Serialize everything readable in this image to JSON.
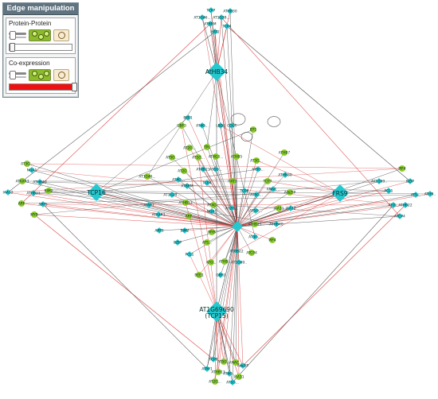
{
  "panel": {
    "title": "Edge manipulation",
    "protein_label": "Protein-Protein",
    "coexp_label": "Co-expression",
    "protein_slider": 0.0,
    "coexp_slider": 1.0
  },
  "colors": {
    "diamond": "#25c8cf",
    "circle": "#8ccc2a",
    "edge_ppi": "#4a4a4a",
    "edge_coexp": "#d93c3c"
  },
  "network": {
    "big_labels": [
      "AtHB34",
      "TCP16",
      "FRS9",
      "AT1G69690\n(TCP15)"
    ],
    "labels": [
      "TCP7",
      "ATHB30",
      "AT3G46...",
      "AT1G29...",
      "ATBRM",
      "TCP4",
      "HAT2",
      "TCP8",
      "AT5G...",
      "ANAC...",
      "AtbZIP",
      "ATAF1",
      "ATHB13",
      "AT4G...",
      "AT2G...",
      "AT1G...",
      "IAA11",
      "IAA12",
      "ATAXR3",
      "ARF",
      "NGA1",
      "ATHB21",
      "ATHB40",
      "ARF5",
      "BIM2",
      "MYB",
      "AT3G...",
      "PIF4",
      "BZIP",
      "ATS...",
      "ATHB22",
      "ATCP4",
      "PCL1",
      "ATO...",
      "ATHB..",
      "AT1G69..",
      "BEE1",
      "GBF3",
      "AT4G...",
      "LBD1",
      "COL4",
      "BT1",
      "AT2G...",
      "TPL",
      "AT5G...",
      "AT1G...",
      "AT4G3...",
      "ATHB5",
      "AT3G...",
      "ATHB7",
      "AT5G...",
      "AT2G...",
      "ATHB23",
      "AT1G..."
    ]
  }
}
